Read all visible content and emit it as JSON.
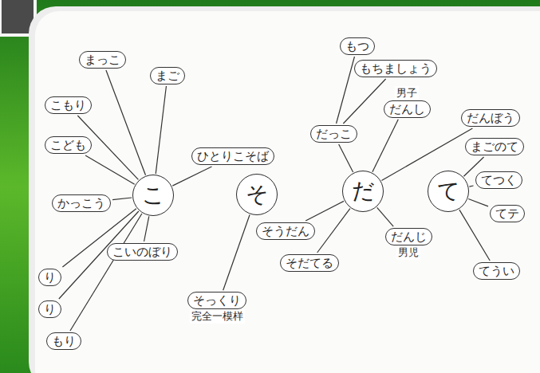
{
  "diagram": {
    "nodes": [
      {
        "text": [
          "こ"
        ]
      },
      {
        "text": [
          "そ"
        ]
      },
      {
        "text": [
          "だ"
        ]
      },
      {
        "text": [
          "て"
        ]
      },
      {
        "text": [
          "こもり"
        ]
      },
      {
        "text": [
          "こども"
        ]
      },
      {
        "text": [
          "かっこう"
        ]
      },
      {
        "text": [
          "こいのぼり"
        ]
      },
      {
        "text": [
          "まっこ"
        ]
      },
      {
        "text": [
          "まご"
        ]
      },
      {
        "text": [
          "ひとりこそば"
        ]
      },
      {
        "text": [
          "り"
        ]
      },
      {
        "text": [
          "り"
        ]
      },
      {
        "text": [
          "もり"
        ]
      },
      {
        "text": [
          "そっくり",
          "完全一模样"
        ]
      },
      {
        "text": [
          "そうだん"
        ]
      },
      {
        "text": [
          "そだてる"
        ]
      },
      {
        "text": [
          "だっこ"
        ]
      },
      {
        "text": [
          "もつ"
        ]
      },
      {
        "text": [
          "もちましょう"
        ]
      },
      {
        "text": [
          "男子",
          "だんし"
        ]
      },
      {
        "text": [
          "だんじ",
          "男児"
        ]
      },
      {
        "text": [
          "だんぼう"
        ]
      },
      {
        "text": [
          "まごのて"
        ]
      },
      {
        "text": [
          "てつく"
        ]
      },
      {
        "text": [
          "てテ"
        ]
      },
      {
        "text": [
          "てうい"
        ]
      }
    ],
    "edges": [
      {
        "from": 0,
        "to": 4,
        "arrow": "none"
      },
      {
        "from": 0,
        "to": 5,
        "arrow": "none"
      },
      {
        "from": 0,
        "to": 6,
        "arrow": "none"
      },
      {
        "from": 0,
        "to": 7,
        "arrow": "none"
      },
      {
        "from": 0,
        "to": 8,
        "arrow": "none"
      },
      {
        "from": 0,
        "to": 9,
        "arrow": "none"
      },
      {
        "from": 0,
        "to": 10,
        "arrow": "none"
      },
      {
        "from": 0,
        "to": 11,
        "arrow": "none"
      },
      {
        "from": 0,
        "to": 12,
        "arrow": "none"
      },
      {
        "from": 0,
        "to": 13,
        "arrow": "none"
      },
      {
        "from": 1,
        "to": 14,
        "arrow": "none"
      },
      {
        "from": 2,
        "to": 15,
        "arrow": "none"
      },
      {
        "from": 2,
        "to": 16,
        "arrow": "none"
      },
      {
        "from": 2,
        "to": 17,
        "arrow": "none"
      },
      {
        "from": 17,
        "to": 18,
        "arrow": "none"
      },
      {
        "from": 17,
        "to": 19,
        "arrow": "none"
      },
      {
        "from": 2,
        "to": 20,
        "arrow": "none"
      },
      {
        "from": 2,
        "to": 21,
        "arrow": "none"
      },
      {
        "from": 2,
        "to": 22,
        "arrow": "none"
      },
      {
        "from": 3,
        "to": 23,
        "arrow": "none"
      },
      {
        "from": 3,
        "to": 24,
        "arrow": "none"
      },
      {
        "from": 3,
        "to": 25,
        "arrow": "none"
      },
      {
        "from": 3,
        "to": 26,
        "arrow": "none"
      }
    ]
  }
}
